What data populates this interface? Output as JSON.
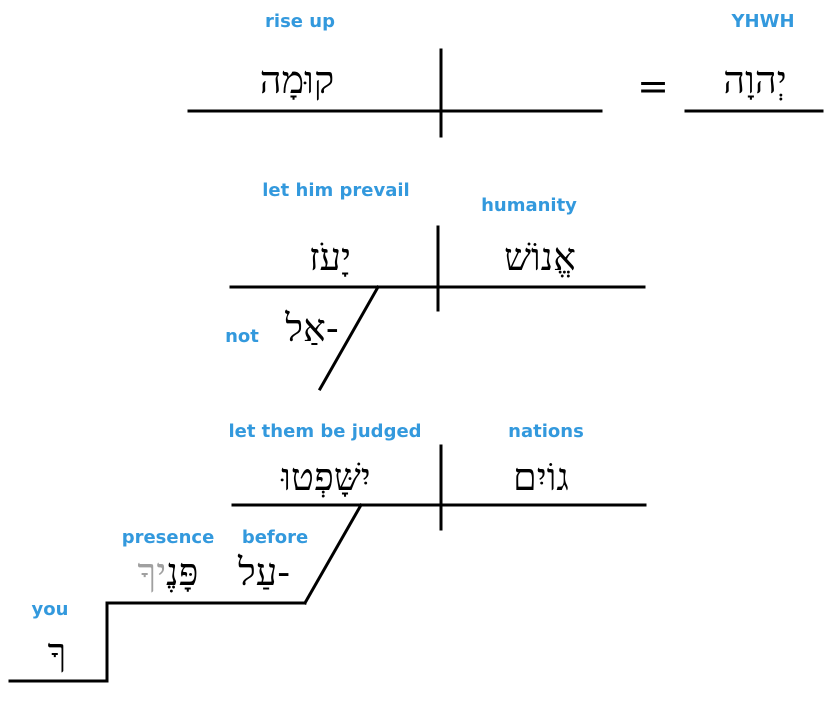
{
  "colors": {
    "gloss": "#3399dd",
    "line": "#000000",
    "text": "#000000",
    "suffix": "#a0a0a0"
  },
  "clause1": {
    "verb": {
      "hebrew": "קוּמָה",
      "gloss": "rise up"
    },
    "vocative": {
      "hebrew": "יְהוָה",
      "gloss": "YHWH"
    },
    "equals": "="
  },
  "clause2": {
    "verb": {
      "hebrew": "יָעֹז",
      "gloss": "let him prevail"
    },
    "subject": {
      "hebrew": "אֱנוֹשׁ",
      "gloss": "humanity"
    },
    "negation": {
      "hebrew": "אַל-",
      "gloss": "not"
    }
  },
  "clause3": {
    "verb": {
      "hebrew": "יִשָּׁפְטוּ",
      "gloss": "let them be judged"
    },
    "subject": {
      "hebrew": "גוֹיִם",
      "gloss": "nations"
    },
    "preposition": {
      "hebrew": "עַל-",
      "gloss": "before"
    },
    "object": {
      "hebrew_stem": "פָּנֶ",
      "hebrew_suffix": "יךָ",
      "gloss": "presence"
    },
    "suffix": {
      "hebrew": "ךָ",
      "gloss": "you"
    }
  }
}
